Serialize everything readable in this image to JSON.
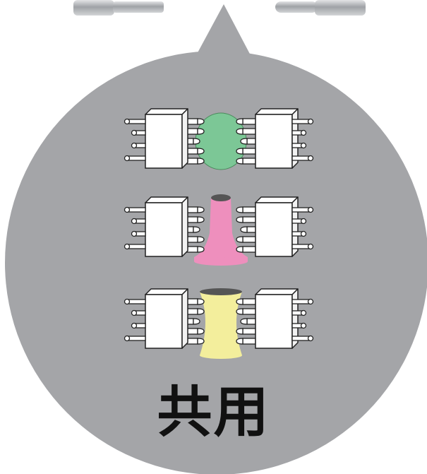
{
  "caption": "共用",
  "colors": {
    "bubble": "#a4a5a8",
    "rod_metal": "#b9bbbe",
    "piece_1": "#7cc796",
    "piece_2": "#ee8fbd",
    "piece_3": "#f3ee9c",
    "outline": "#222222"
  },
  "icons": [
    "rod-end-left-icon",
    "rod-end-right-icon",
    "fixture-icon"
  ],
  "fixtures": [
    {
      "name": "fixture-sphere",
      "piece_shape": "sphere",
      "color": "#7cc796"
    },
    {
      "name": "fixture-flared",
      "piece_shape": "flared-cylinder",
      "color": "#ee8fbd"
    },
    {
      "name": "fixture-waisted",
      "piece_shape": "waisted-cylinder",
      "color": "#f3ee9c"
    }
  ]
}
